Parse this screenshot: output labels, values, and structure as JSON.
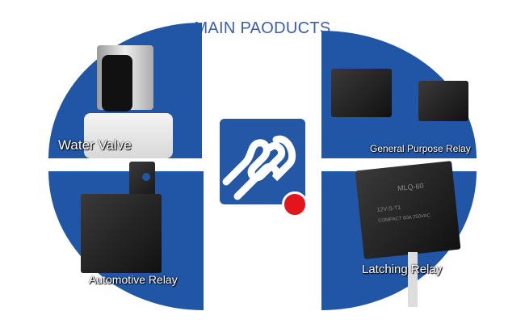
{
  "title": "MAIN PAODUCTS",
  "products": [
    {
      "label": "Water Valve"
    },
    {
      "label": "General Purpose Relay"
    },
    {
      "label": "Automotive Relay"
    },
    {
      "label": "Latching Relay"
    }
  ],
  "relay_print": {
    "model": "MLQ-60",
    "line2": "12V-S-T1",
    "line3": "COMPACT 60A 250VAC"
  },
  "colors": {
    "brand_blue": "#2155a5",
    "title": "#3b5dab",
    "logo_dot": "#e4141c"
  }
}
